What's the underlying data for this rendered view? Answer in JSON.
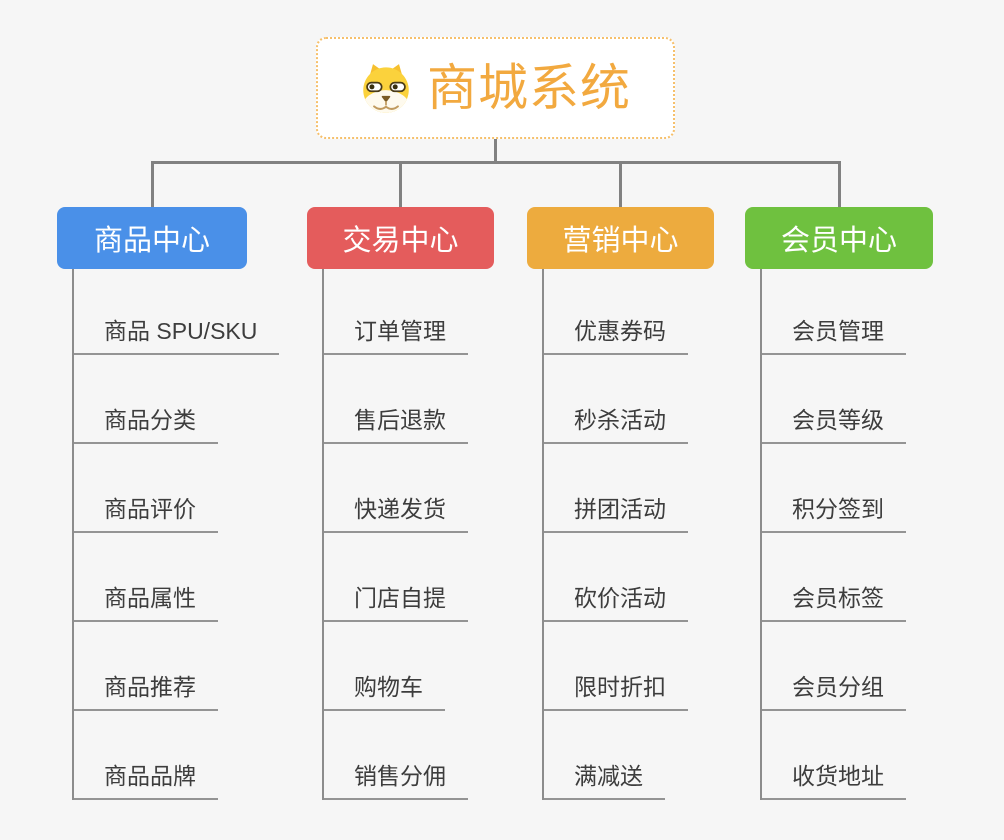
{
  "root": {
    "title": "商城系统",
    "icon": "dog-face-icon",
    "title_color": "#F2A93F",
    "border_color": "#F6C06C"
  },
  "connector_color": "#818181",
  "branches": [
    {
      "label": "商品中心",
      "color": "#4A90E8",
      "items": [
        "商品 SPU/SKU",
        "商品分类",
        "商品评价",
        "商品属性",
        "商品推荐",
        "商品品牌"
      ]
    },
    {
      "label": "交易中心",
      "color": "#E45C5C",
      "items": [
        "订单管理",
        "售后退款",
        "快递发货",
        "门店自提",
        "购物车",
        "销售分佣"
      ]
    },
    {
      "label": "营销中心",
      "color": "#EDAB3E",
      "items": [
        "优惠券码",
        "秒杀活动",
        "拼团活动",
        "砍价活动",
        "限时折扣",
        "满减送"
      ]
    },
    {
      "label": "会员中心",
      "color": "#6FC13F",
      "items": [
        "会员管理",
        "会员等级",
        "积分签到",
        "会员标签",
        "会员分组",
        "收货地址"
      ]
    }
  ]
}
